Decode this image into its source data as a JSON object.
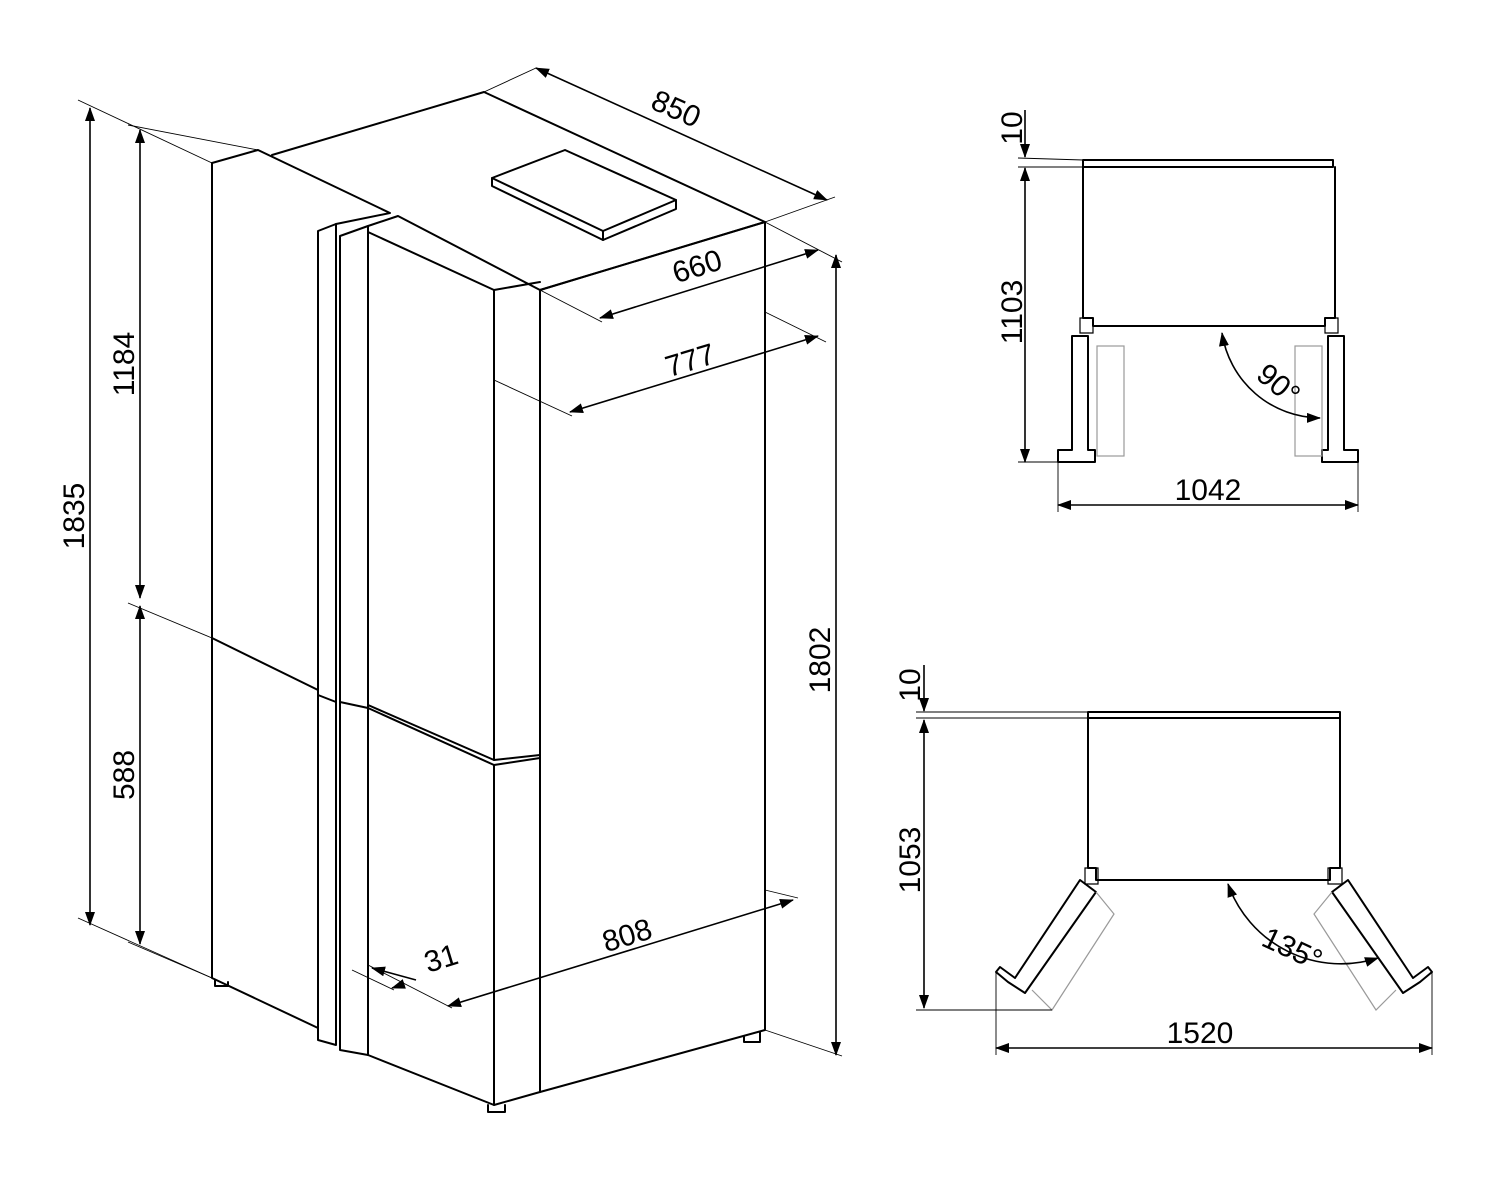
{
  "perspective_view": {
    "width": "850",
    "depth_body": "660",
    "depth_with_door": "777",
    "depth_with_door_open": "808",
    "handle_depth": "31",
    "total_height": "1835",
    "upper_door_height": "1184",
    "lower_door_height": "588",
    "body_height": "1802"
  },
  "top_view_90": {
    "door_thickness_gap": "10",
    "depth": "1103",
    "overall_width": "1042",
    "angle": "90°"
  },
  "top_view_135": {
    "door_thickness_gap": "10",
    "depth": "1053",
    "overall_width": "1520",
    "angle": "135°"
  },
  "colors": {
    "line": "#000000",
    "hidden": "#9a9a9a",
    "background": "#ffffff"
  }
}
